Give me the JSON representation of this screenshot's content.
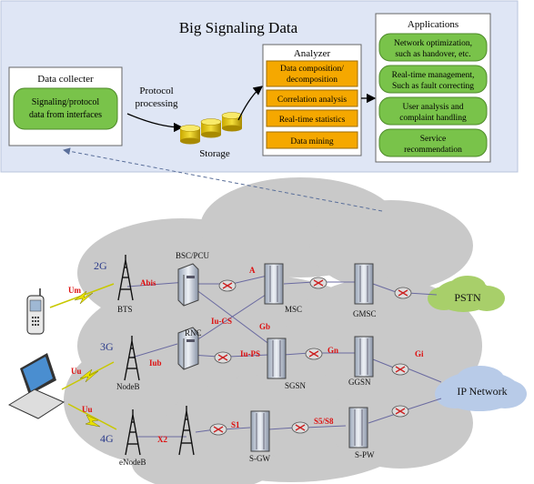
{
  "top_panel": {
    "title": "Big Signaling  Data",
    "data_collecter": {
      "title": "Data collecter",
      "box": [
        "Signaling/protocol",
        "data from interfaces"
      ]
    },
    "protocol_processing": [
      "Protocol",
      "processing"
    ],
    "storage": "Storage",
    "analyzer": {
      "title": "Analyzer",
      "items": [
        [
          "Data composition/",
          "decomposition"
        ],
        [
          "Correlation analysis"
        ],
        [
          "Real-time statistics"
        ],
        [
          "Data mining"
        ]
      ]
    },
    "applications": {
      "title": "Applications",
      "items": [
        [
          "Network optimization,",
          "such as handover, etc."
        ],
        [
          "Real-time management,",
          "Such as fault correcting"
        ],
        [
          "User analysis and",
          "complaint handling"
        ],
        [
          "Service",
          "recommendation"
        ]
      ]
    }
  },
  "network": {
    "generations": [
      "2G",
      "3G",
      "4G"
    ],
    "air_interfaces": [
      "Um",
      "Uu",
      "Uu"
    ],
    "interfaces": [
      "Abis",
      "A",
      "Iu-CS",
      "Gb",
      "Iub",
      "Iu-PS",
      "Gn",
      "Gi",
      "S1",
      "S5/S8",
      "X2"
    ],
    "nodes": [
      "BSC/PCU",
      "BTS",
      "MSC",
      "GMSC",
      "RNC",
      "NodeB",
      "SGSN",
      "GGSN",
      "eNodeB",
      "S-GW",
      "S-PW"
    ],
    "clouds": [
      "PSTN",
      "IP Network"
    ]
  },
  "colors": {
    "panel_bg": "#dfe6f5",
    "green": "#79c34a",
    "orange": "#f5a800",
    "cloud": "#c9c9c9",
    "interface_red": "#d11111",
    "generation_blue": "#2a3a8a"
  }
}
